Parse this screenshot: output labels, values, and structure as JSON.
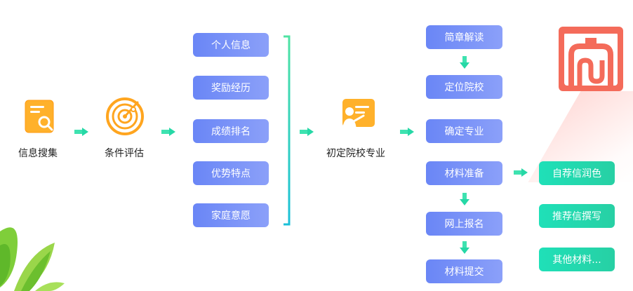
{
  "stages": {
    "collect": "信息搜集",
    "evaluate": "条件评估",
    "shortlist": "初定院校专业"
  },
  "conditions": [
    "个人信息",
    "奖励经历",
    "成绩排名",
    "优势特点",
    "家庭意愿"
  ],
  "steps": [
    "简章解读",
    "定位院校",
    "确定专业",
    "材料准备",
    "网上报名",
    "材料提交"
  ],
  "materials": [
    "自荐信润色",
    "推荐信撰写",
    "其他材料..."
  ],
  "colors": {
    "blue_box": "#7a93f7",
    "green_box": "#22d8ad",
    "arrow_green": "#2fe0a8",
    "icon_orange": "#ffa51f",
    "logo_red": "#f06654"
  },
  "icons": [
    "search-document-icon",
    "radar-target-icon",
    "teacher-board-icon",
    "brand-logo-icon",
    "plant-leaves-icon"
  ]
}
